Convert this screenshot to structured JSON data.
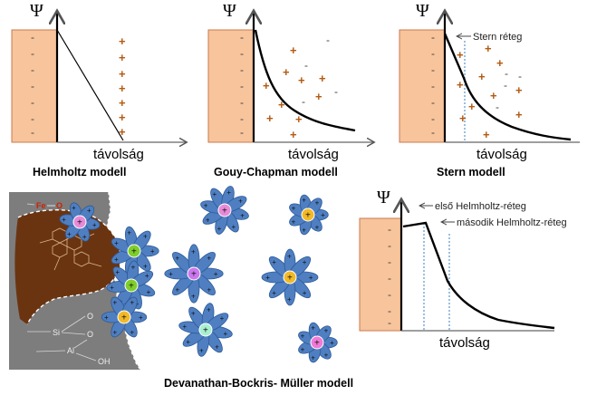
{
  "axis_symbol": "Ψ",
  "distance_label": "távolság",
  "charge_plus": "+",
  "charge_minus": "-",
  "panels": {
    "helmholtz": {
      "caption": "Helmholtz modell"
    },
    "gouy_chapman": {
      "caption": "Gouy-Chapman modell"
    },
    "stern": {
      "caption": "Stern modell",
      "layer_label": "Stern réteg"
    },
    "bockris": {
      "caption": "Devanathan-Bockris- Müller modell",
      "first_layer_label": "első Helmholtz-réteg",
      "second_layer_label": "második Helmholtz-réteg"
    }
  },
  "surface_labels": {
    "fe": "Fe",
    "o": "O",
    "si": "Si",
    "al": "Al",
    "oh": "OH"
  },
  "colors": {
    "electrode": "#f7c49c",
    "electrode_border": "#c87a4e",
    "plus_sign": "#b35a12",
    "minus_sign": "#555555",
    "water_petal": "#4f7fc1",
    "substrate": "#7d7d7d",
    "organic": "#6b3410",
    "ion_pink": "#e88ad8",
    "ion_green": "#7fce2a",
    "ion_yellow": "#f2b928",
    "ion_lilac": "#cc77ee",
    "ion_mint": "#a9efd2",
    "ion_pink2": "#f07ad8"
  }
}
